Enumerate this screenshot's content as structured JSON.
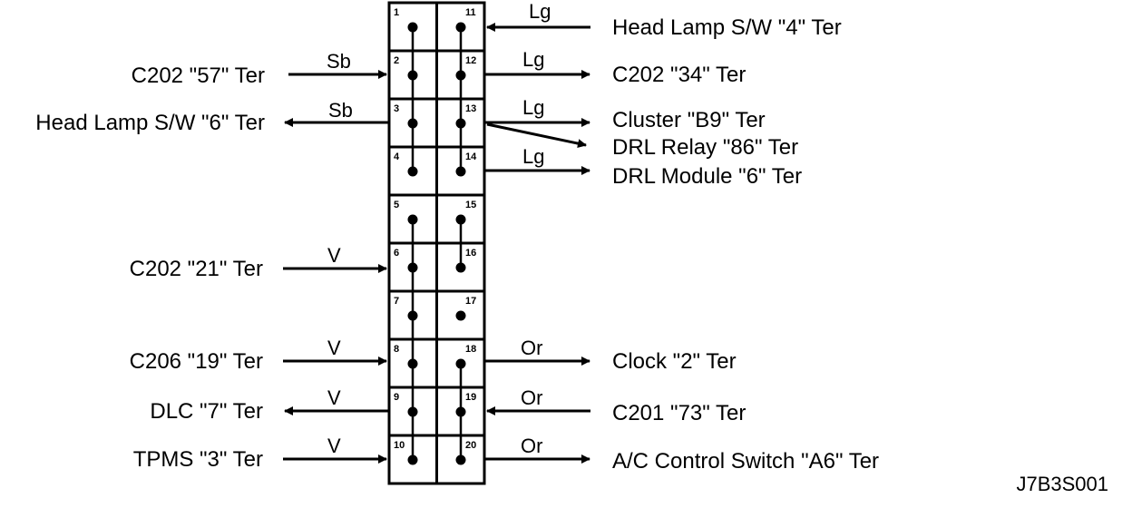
{
  "connector": {
    "left_pins": [
      "1",
      "2",
      "3",
      "4",
      "5",
      "6",
      "7",
      "8",
      "9",
      "10"
    ],
    "right_pins": [
      "11",
      "12",
      "13",
      "14",
      "15",
      "16",
      "17",
      "18",
      "19",
      "20"
    ]
  },
  "left_connections": [
    {
      "pin": "2",
      "label": "C202  \"57\" Ter",
      "wire": "Sb",
      "direction": "in"
    },
    {
      "pin": "3",
      "label": "Head Lamp S/W  \"6\" Ter",
      "wire": "Sb",
      "direction": "out"
    },
    {
      "pin": "6",
      "label": "C202 \"21\" Ter",
      "wire": "V",
      "direction": "in"
    },
    {
      "pin": "8",
      "label": "C206 \"19\" Ter",
      "wire": "V",
      "direction": "in"
    },
    {
      "pin": "9",
      "label": "DLC \"7\" Ter",
      "wire": "V",
      "direction": "out"
    },
    {
      "pin": "10",
      "label": "TPMS \"3\" Ter",
      "wire": "V",
      "direction": "in"
    }
  ],
  "right_connections": [
    {
      "pin": "11",
      "label": "Head Lamp S/W  \"4\" Ter",
      "wire": "Lg",
      "direction": "in"
    },
    {
      "pin": "12",
      "label": "C202  \"34\" Ter",
      "wire": "Lg",
      "direction": "out"
    },
    {
      "pin": "13",
      "label": "Cluster  \"B9\" Ter",
      "wire": "Lg",
      "direction": "out"
    },
    {
      "pin": "13",
      "label": "DRL Relay  \"86\" Ter",
      "wire": "",
      "direction": "out"
    },
    {
      "pin": "14",
      "label": "DRL Module  \"6\" Ter",
      "wire": "Lg",
      "direction": "out"
    },
    {
      "pin": "18",
      "label": "Clock \"2\" Ter",
      "wire": "Or",
      "direction": "out"
    },
    {
      "pin": "19",
      "label": "C201 \"73\" Ter",
      "wire": "Or",
      "direction": "in"
    },
    {
      "pin": "20",
      "label": "A/C Control Switch \"A6\" Ter",
      "wire": "Or",
      "direction": "out"
    }
  ],
  "figure_code": "J7B3S001"
}
